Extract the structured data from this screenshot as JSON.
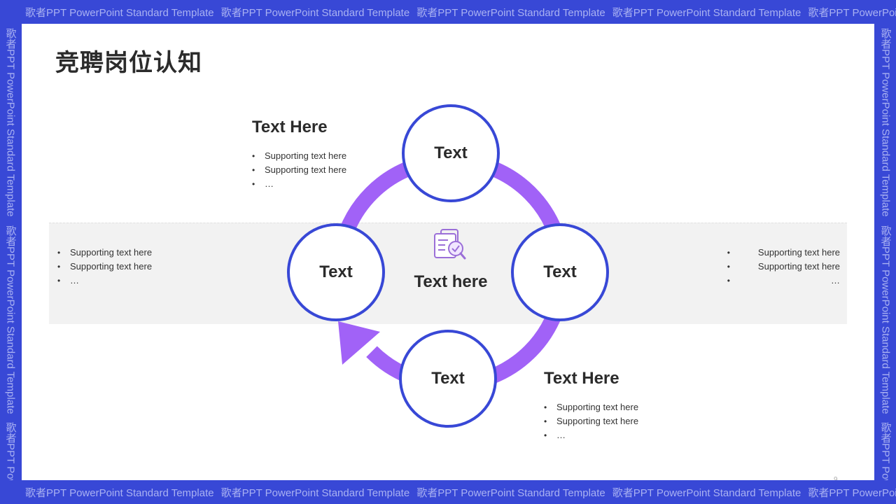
{
  "watermark": {
    "text": "歌者PPT PowerPoint Standard Template",
    "top": [
      "歌者PPT PowerPoint Standard Template",
      "歌者PPT PowerPoint Standard Template",
      "歌者PPT PowerPoint Standard Template",
      "歌者PPT PowerPoint Standard Template",
      "歌者PPT PowerPoint"
    ],
    "side": [
      "歌者PPT PowerPoint Standard Template",
      "歌者PPT PowerPoint Standard Template",
      "歌者PPT PowerP"
    ]
  },
  "slide": {
    "title": "竞聘岗位认知",
    "center_label": "Text here",
    "center_icon": "document-search-check-icon",
    "nodes": {
      "top": "Text",
      "left": "Text",
      "right": "Text",
      "bottom": "Text"
    },
    "block_top": {
      "title": "Text Here",
      "bullets": [
        "Supporting text here",
        "Supporting text here",
        "…"
      ]
    },
    "block_left": {
      "bullets": [
        "Supporting text here",
        "Supporting text here",
        "…"
      ]
    },
    "block_right": {
      "bullets": [
        "Supporting text here",
        "Supporting text here",
        "…"
      ]
    },
    "block_bottom": {
      "title": "Text Here",
      "bullets": [
        "Supporting text here",
        "Supporting text here",
        "…"
      ]
    },
    "page_number": "9"
  },
  "colors": {
    "frame": "#3848d6",
    "ring": "#a162f7",
    "node_border": "#3848d6",
    "band": "#f2f2f2",
    "icon": "#9b6fd8"
  }
}
